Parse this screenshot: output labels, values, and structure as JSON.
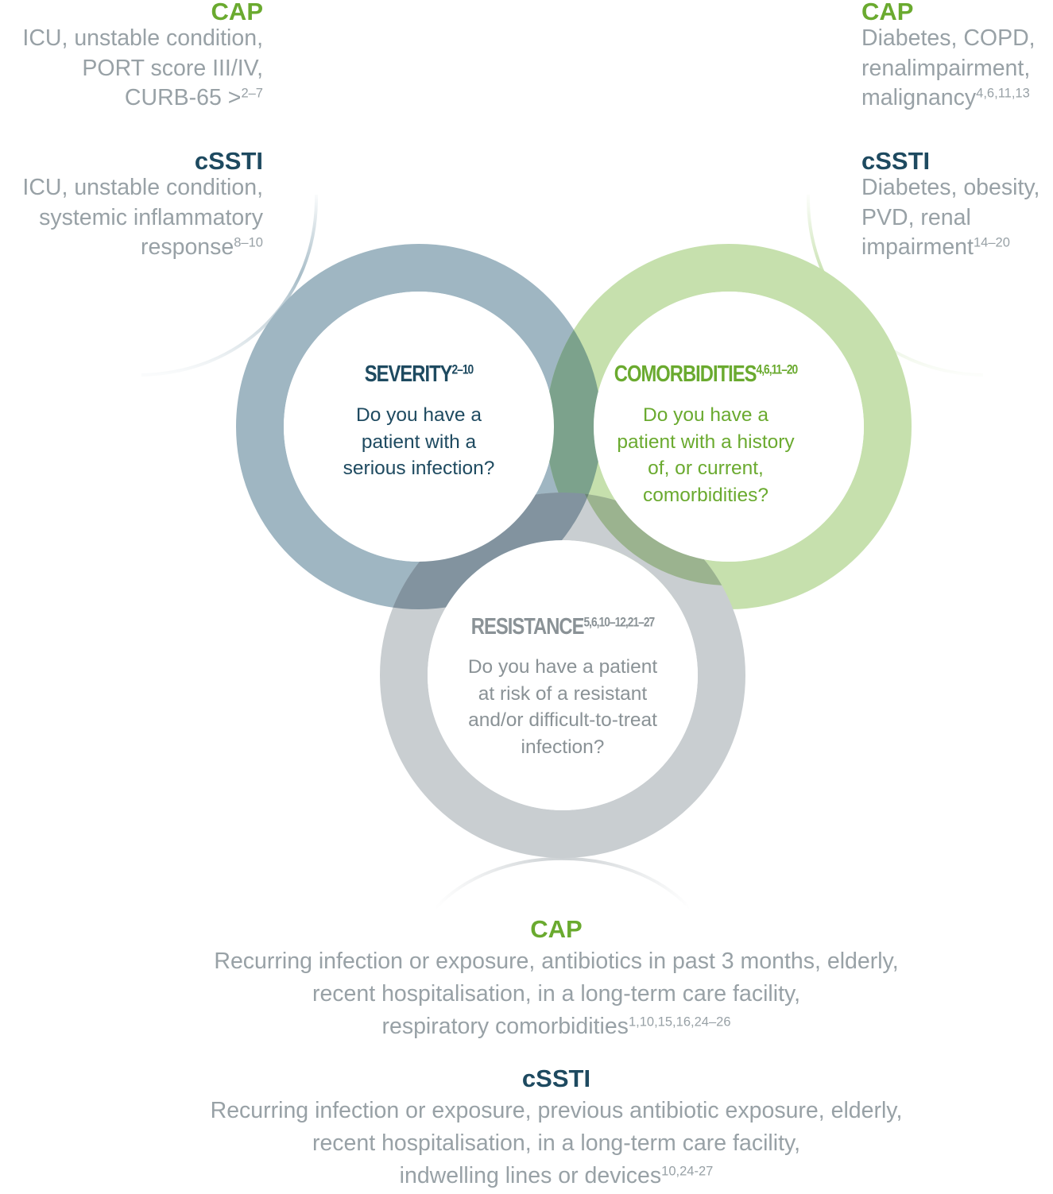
{
  "circles": {
    "severity": {
      "title": "SEVERITY",
      "title_sup": "2–10",
      "question_lines": [
        "Do you have a",
        "patient with a",
        "serious infection?"
      ],
      "ring_color": "#9fb6c2",
      "text_color": "#1e4a60"
    },
    "comorbidities": {
      "title": "COMORBIDITIES",
      "title_sup": "4,6,11–20",
      "question_lines": [
        "Do you have a",
        "patient with a history",
        "of, or current,",
        "comorbidities?"
      ],
      "ring_color": "#c6e0ad",
      "text_color": "#6aaa2f"
    },
    "resistance": {
      "title": "RESISTANCE",
      "title_sup": "5,6,10–12,21–27",
      "question_lines": [
        "Do you have a patient",
        "at risk of a resistant",
        "and/or difficult-to-treat",
        "infection?"
      ],
      "ring_color": "#c9ced1",
      "text_color": "#8a9296"
    }
  },
  "overlap_colors": {
    "severity_comorbidities": "#7ca28c",
    "severity_resistance": "#82939f",
    "comorbidities_resistance": "#9bb38f",
    "center": "#6b8677"
  },
  "severity_criteria": {
    "cap": {
      "label": "CAP",
      "lines": [
        "ICU, unstable condition,",
        "PORT score III/IV,",
        "CURB-65 >"
      ],
      "sup": "2–7"
    },
    "csst": {
      "label": "cSSTI",
      "lines": [
        "ICU, unstable condition,",
        "systemic inflammatory",
        "response"
      ],
      "sup": "8–10"
    }
  },
  "comorbidities_criteria": {
    "cap": {
      "label": "CAP",
      "lines": [
        "Diabetes, COPD,",
        "renalimpairment,",
        "malignancy"
      ],
      "sup": "4,6,11,13"
    },
    "csst": {
      "label": "cSSTI",
      "lines": [
        "Diabetes, obesity,",
        "PVD, renal",
        "impairment"
      ],
      "sup": "14–20"
    }
  },
  "resistance_criteria": {
    "cap": {
      "label": "CAP",
      "lines": [
        "Recurring infection or exposure, antibiotics in past 3 months, elderly,",
        "recent hospitalisation, in a long-term care facility,",
        "respiratory comorbidities"
      ],
      "sup": "1,10,15,16,24–26"
    },
    "csst": {
      "label": "cSSTI",
      "lines": [
        "Recurring infection or exposure, previous antibiotic exposure, elderly,",
        "recent hospitalisation, in a long-term care facility,",
        "indwelling lines or devices"
      ],
      "sup": "10,24-27"
    }
  },
  "colors": {
    "cap_label": "#6aaa2f",
    "csst_label": "#1e4a60",
    "body_text": "#98a1a6"
  }
}
